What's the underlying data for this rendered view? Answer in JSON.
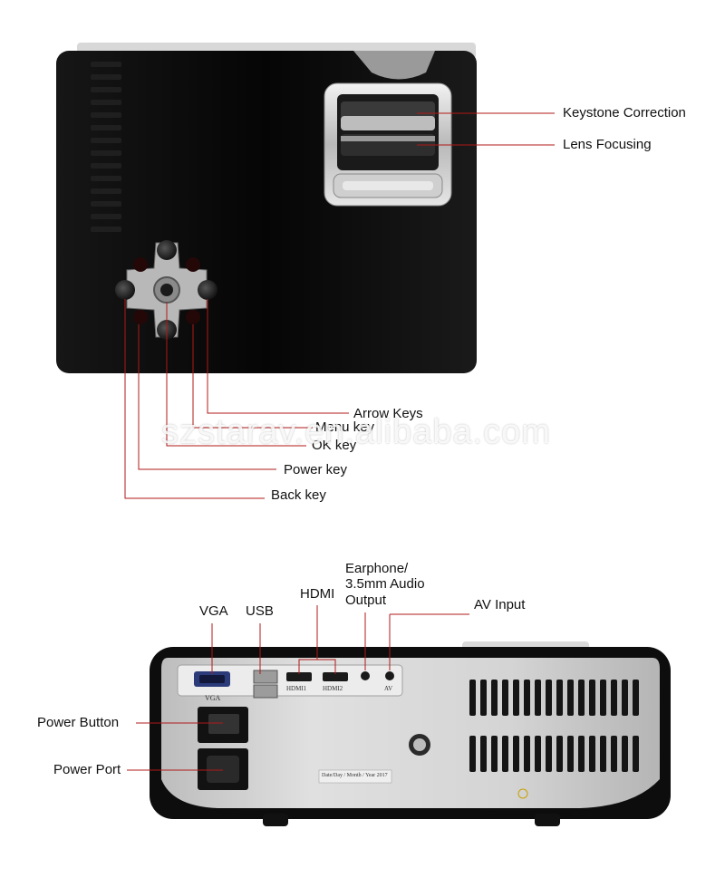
{
  "top_labels": {
    "keystone": "Keystone Correction",
    "lens": "Lens Focusing",
    "arrow": "Arrow Keys",
    "menu": "Menu key",
    "ok": "OK key",
    "power": "Power key",
    "back": "Back key"
  },
  "bottom_labels": {
    "earphone_1": "Earphone/",
    "earphone_2": "3.5mm Audio",
    "earphone_3": "Output",
    "vga": "VGA",
    "usb": "USB",
    "hdmi": "HDMI",
    "av": "AV Input",
    "power_button": "Power Button",
    "power_port": "Power Port"
  },
  "panel_print": {
    "vga": "VGA",
    "hdmi1": "HDMI1",
    "hdmi2": "HDMI2",
    "av": "AV",
    "date_stamp": "Date/Day / Month / Year 2017"
  },
  "watermark": "szstarav.en.alibaba.com",
  "colors": {
    "leader_line": "#b01818",
    "body": "#0b0b0b",
    "panel": "#c9c9c9"
  }
}
